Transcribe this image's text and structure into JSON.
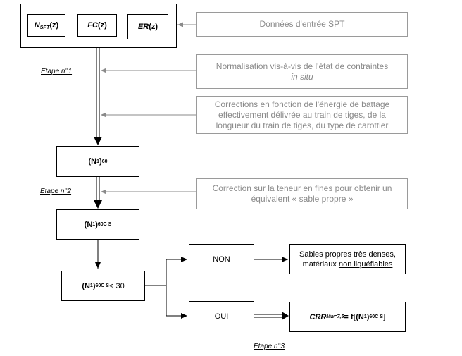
{
  "inputs": {
    "n_main": "N",
    "n_sub": "SPT",
    "n_arg": "(z)",
    "fc": "FC",
    "fc_arg": "(z)",
    "er": "ER",
    "er_arg": "(z)"
  },
  "notes": {
    "donnees": "Données d'entrée SPT",
    "norm_line1": "Normalisation vis-à-vis de l'état de contraintes",
    "norm_line2": "in situ",
    "corr_energy": "Corrections en fonction de l'énergie de battage effectivement délivrée au train de tiges, de la longueur du train de tiges, du type de carottier",
    "corr_fines": "Correction sur la teneur en fines pour obtenir un équivalent « sable propre »"
  },
  "steps": {
    "etape1": "Etape n°1",
    "etape2": "Etape n°2",
    "etape3": "Etape n°3"
  },
  "boxes": {
    "n160_main": "(N",
    "n160_sub1": "1",
    "n160_close": ")",
    "n160_sub2": "60",
    "n160cs_main": "(N",
    "n160cs_sub1": "1",
    "n160cs_close": ")",
    "n160cs_sub2": "60C S",
    "cond_main": "(N",
    "cond_sub1": "1",
    "cond_close": ")",
    "cond_sub2": "60C S",
    "cond_rest": " < 30",
    "non": "NON",
    "oui": "OUI",
    "result_non_line1": "Sables propres très denses,",
    "result_non_line2a": "matériaux ",
    "result_non_line2b": "non liquéfiables",
    "crr_main": "CRR",
    "crr_sub": "Mw=7,5",
    "crr_eq": " = f[(N",
    "crr_sub1": "1",
    "crr_close": ")",
    "crr_sub2": "60C S",
    "crr_end": "]"
  }
}
